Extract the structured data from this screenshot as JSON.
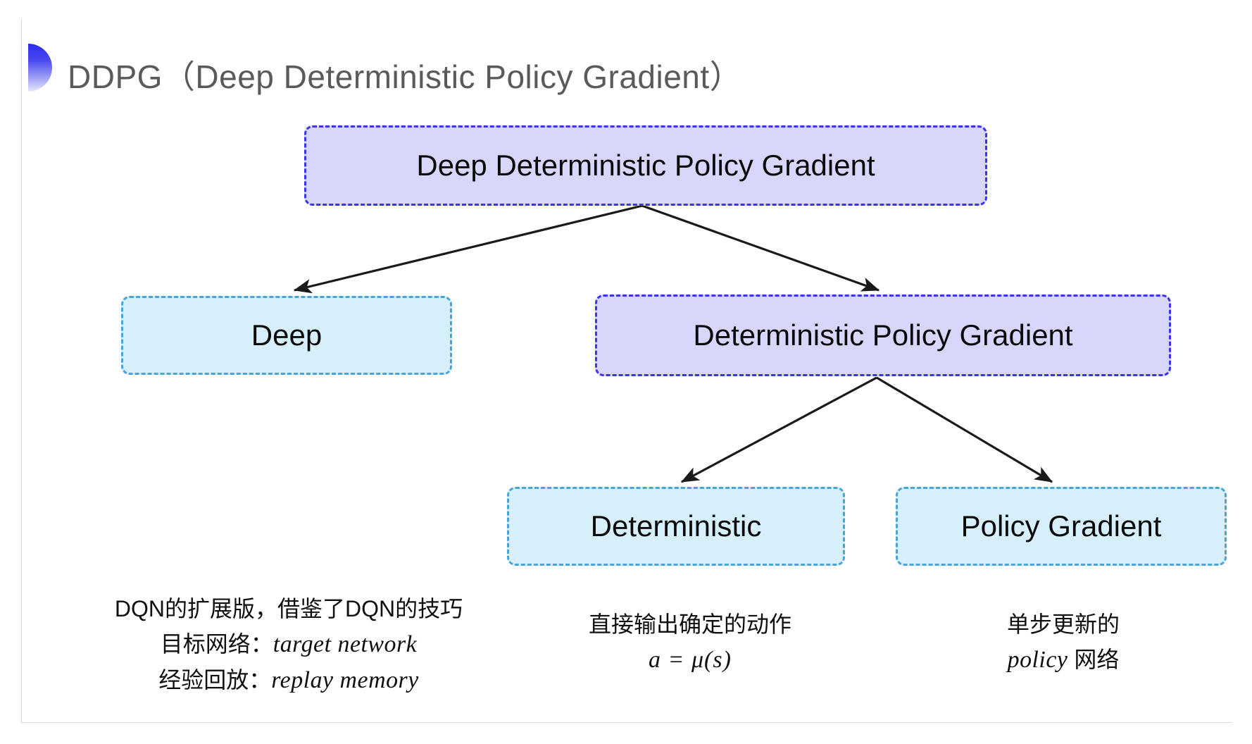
{
  "slide": {
    "title": "DDPG（Deep Deterministic Policy Gradient）",
    "background_color": "#ffffff",
    "accent_color": "#3b34e8"
  },
  "diagram": {
    "type": "tree",
    "nodes": [
      {
        "id": "root",
        "label": "Deep Deterministic Policy Gradient",
        "style": "purple"
      },
      {
        "id": "deep",
        "label": "Deep",
        "style": "blue"
      },
      {
        "id": "dpg",
        "label": "Deterministic Policy Gradient",
        "style": "purple"
      },
      {
        "id": "det",
        "label": "Deterministic",
        "style": "blue"
      },
      {
        "id": "pg",
        "label": "Policy Gradient",
        "style": "blue"
      }
    ],
    "edges": [
      {
        "from": "root",
        "to": "deep"
      },
      {
        "from": "root",
        "to": "dpg"
      },
      {
        "from": "dpg",
        "to": "det"
      },
      {
        "from": "dpg",
        "to": "pg"
      }
    ],
    "colors": {
      "purple_fill": "#d9d6fb",
      "purple_border": "#3b34e8",
      "blue_fill": "#d7eefb",
      "blue_border": "#49a5d8",
      "arrow": "#1a1a1a"
    }
  },
  "captions": {
    "deep": {
      "line1": "DQN的扩展版，借鉴了DQN的技巧",
      "line2_label": "目标网络：",
      "line2_value": "target network",
      "line3_label": "经验回放：",
      "line3_value": "replay memory"
    },
    "deterministic": {
      "line1": "直接输出确定的动作",
      "formula": "a = μ(s)"
    },
    "policy_gradient": {
      "line1": "单步更新的",
      "line2_value": "policy",
      "line2_suffix": " 网络"
    }
  }
}
